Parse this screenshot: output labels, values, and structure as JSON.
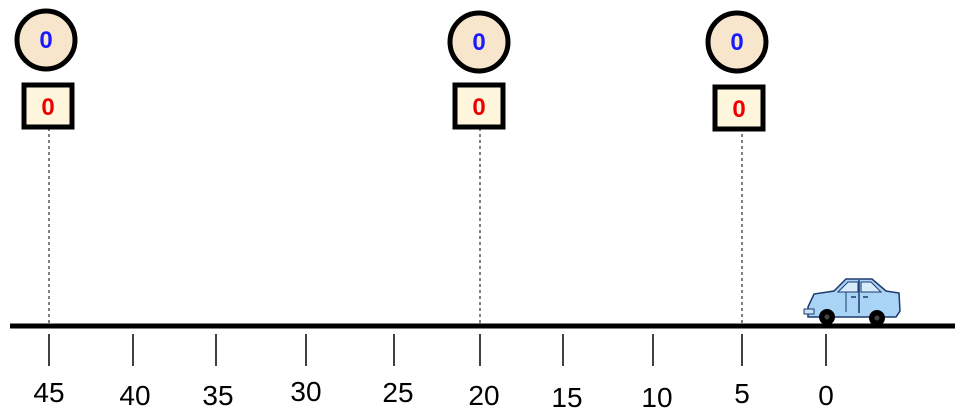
{
  "number_line": {
    "ticks": [
      "45",
      "40",
      "35",
      "30",
      "25",
      "20",
      "15",
      "10",
      "5",
      "0"
    ]
  },
  "markers": [
    {
      "position": 45,
      "circle_value": "0",
      "box_value": "0"
    },
    {
      "position": 20,
      "circle_value": "0",
      "box_value": "0"
    },
    {
      "position": 5,
      "circle_value": "0",
      "box_value": "0"
    }
  ],
  "car": {
    "position": 0,
    "icon": "car-icon",
    "color": "#aad4f5"
  },
  "colors": {
    "circle_fill": "#f8e6cc",
    "box_fill": "#fdf5dc",
    "circle_text": "#1a1aff",
    "box_text": "#ee0000",
    "axis": "#000000"
  }
}
